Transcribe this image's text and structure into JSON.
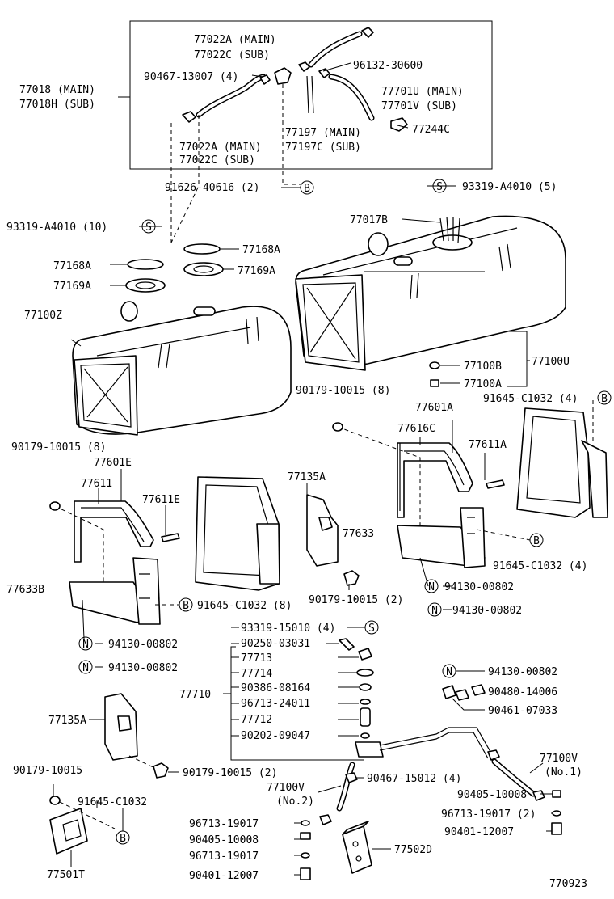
{
  "labels": {
    "l_77022a_top": "77022A (MAIN)",
    "l_77022c_top": "77022C (SUB)",
    "l_96132": "96132-30600",
    "l_90467_13007": "90467-13007 (4)",
    "l_77018": "77018 (MAIN)",
    "l_77018h": "77018H (SUB)",
    "l_77701u": "77701U (MAIN)",
    "l_77701v": "77701V (SUB)",
    "l_77197": "77197 (MAIN)",
    "l_77197c": "77197C (SUB)",
    "l_77244c": "77244C",
    "l_77022a_bot": "77022A (MAIN)",
    "l_77022c_bot": "77022C (SUB)",
    "l_91626": "91626-40616 (2)",
    "l_93319_5": "93319-A4010 (5)",
    "l_93319_10": "93319-A4010 (10)",
    "l_77017b": "77017B",
    "l_77168a_r": "77168A",
    "l_77169a_r": "77169A",
    "l_77168a_l": "77168A",
    "l_77169a_l": "77169A",
    "l_77100z": "77100Z",
    "l_77100b": "77100B",
    "l_77100a": "77100A",
    "l_77100u": "77100U",
    "l_90179_8_r": "90179-10015 (8)",
    "l_91645_4_top": "91645-C1032 (4)",
    "l_77601a": "77601A",
    "l_77616c": "77616C",
    "l_77611a": "77611A",
    "l_90179_8_l": "90179-10015 (8)",
    "l_77601e": "77601E",
    "l_77611": "77611",
    "l_77611e": "77611E",
    "l_77135a_top": "77135A",
    "l_77633": "77633",
    "l_91645_4_mid": "91645-C1032 (4)",
    "l_77633b": "77633B",
    "l_91645_8": "91645-C1032 (8)",
    "l_90179_2_mid": "90179-10015 (2)",
    "l_94130_a": "94130-00802",
    "l_94130_b": "94130-00802",
    "l_94130_c": "94130-00802",
    "l_94130_d": "94130-00802",
    "l_93319_15010": "93319-15010 (4)",
    "l_90250": "90250-03031",
    "l_77713": "77713",
    "l_77714": "77714",
    "l_90386": "90386-08164",
    "l_96713_24011": "96713-24011",
    "l_77712": "77712",
    "l_90202": "90202-09047",
    "l_77710": "77710",
    "l_94130_e": "94130-00802",
    "l_90480": "90480-14006",
    "l_90461": "90461-07033",
    "l_77135a_bot": "77135A",
    "l_90179_10015": "90179-10015",
    "l_90179_2_bot": "90179-10015 (2)",
    "l_91645_c1032": "91645-C1032",
    "l_77100v_no2": "77100V",
    "l_no2": "(No.2)",
    "l_90467_15012": "90467-15012 (4)",
    "l_77100v_no1": "77100V",
    "l_no1": "(No.1)",
    "l_90405_r": "90405-10008",
    "l_96713_19017_2": "96713-19017 (2)",
    "l_90401_r": "90401-12007",
    "l_96713_19017_a": "96713-19017",
    "l_90405_l": "90405-10008",
    "l_96713_19017_b": "96713-19017",
    "l_90401_l": "90401-12007",
    "l_77502d": "77502D",
    "l_77501t": "77501T",
    "l_ref": "770923"
  },
  "callouts": {
    "s": "S",
    "b": "B",
    "n": "N"
  }
}
